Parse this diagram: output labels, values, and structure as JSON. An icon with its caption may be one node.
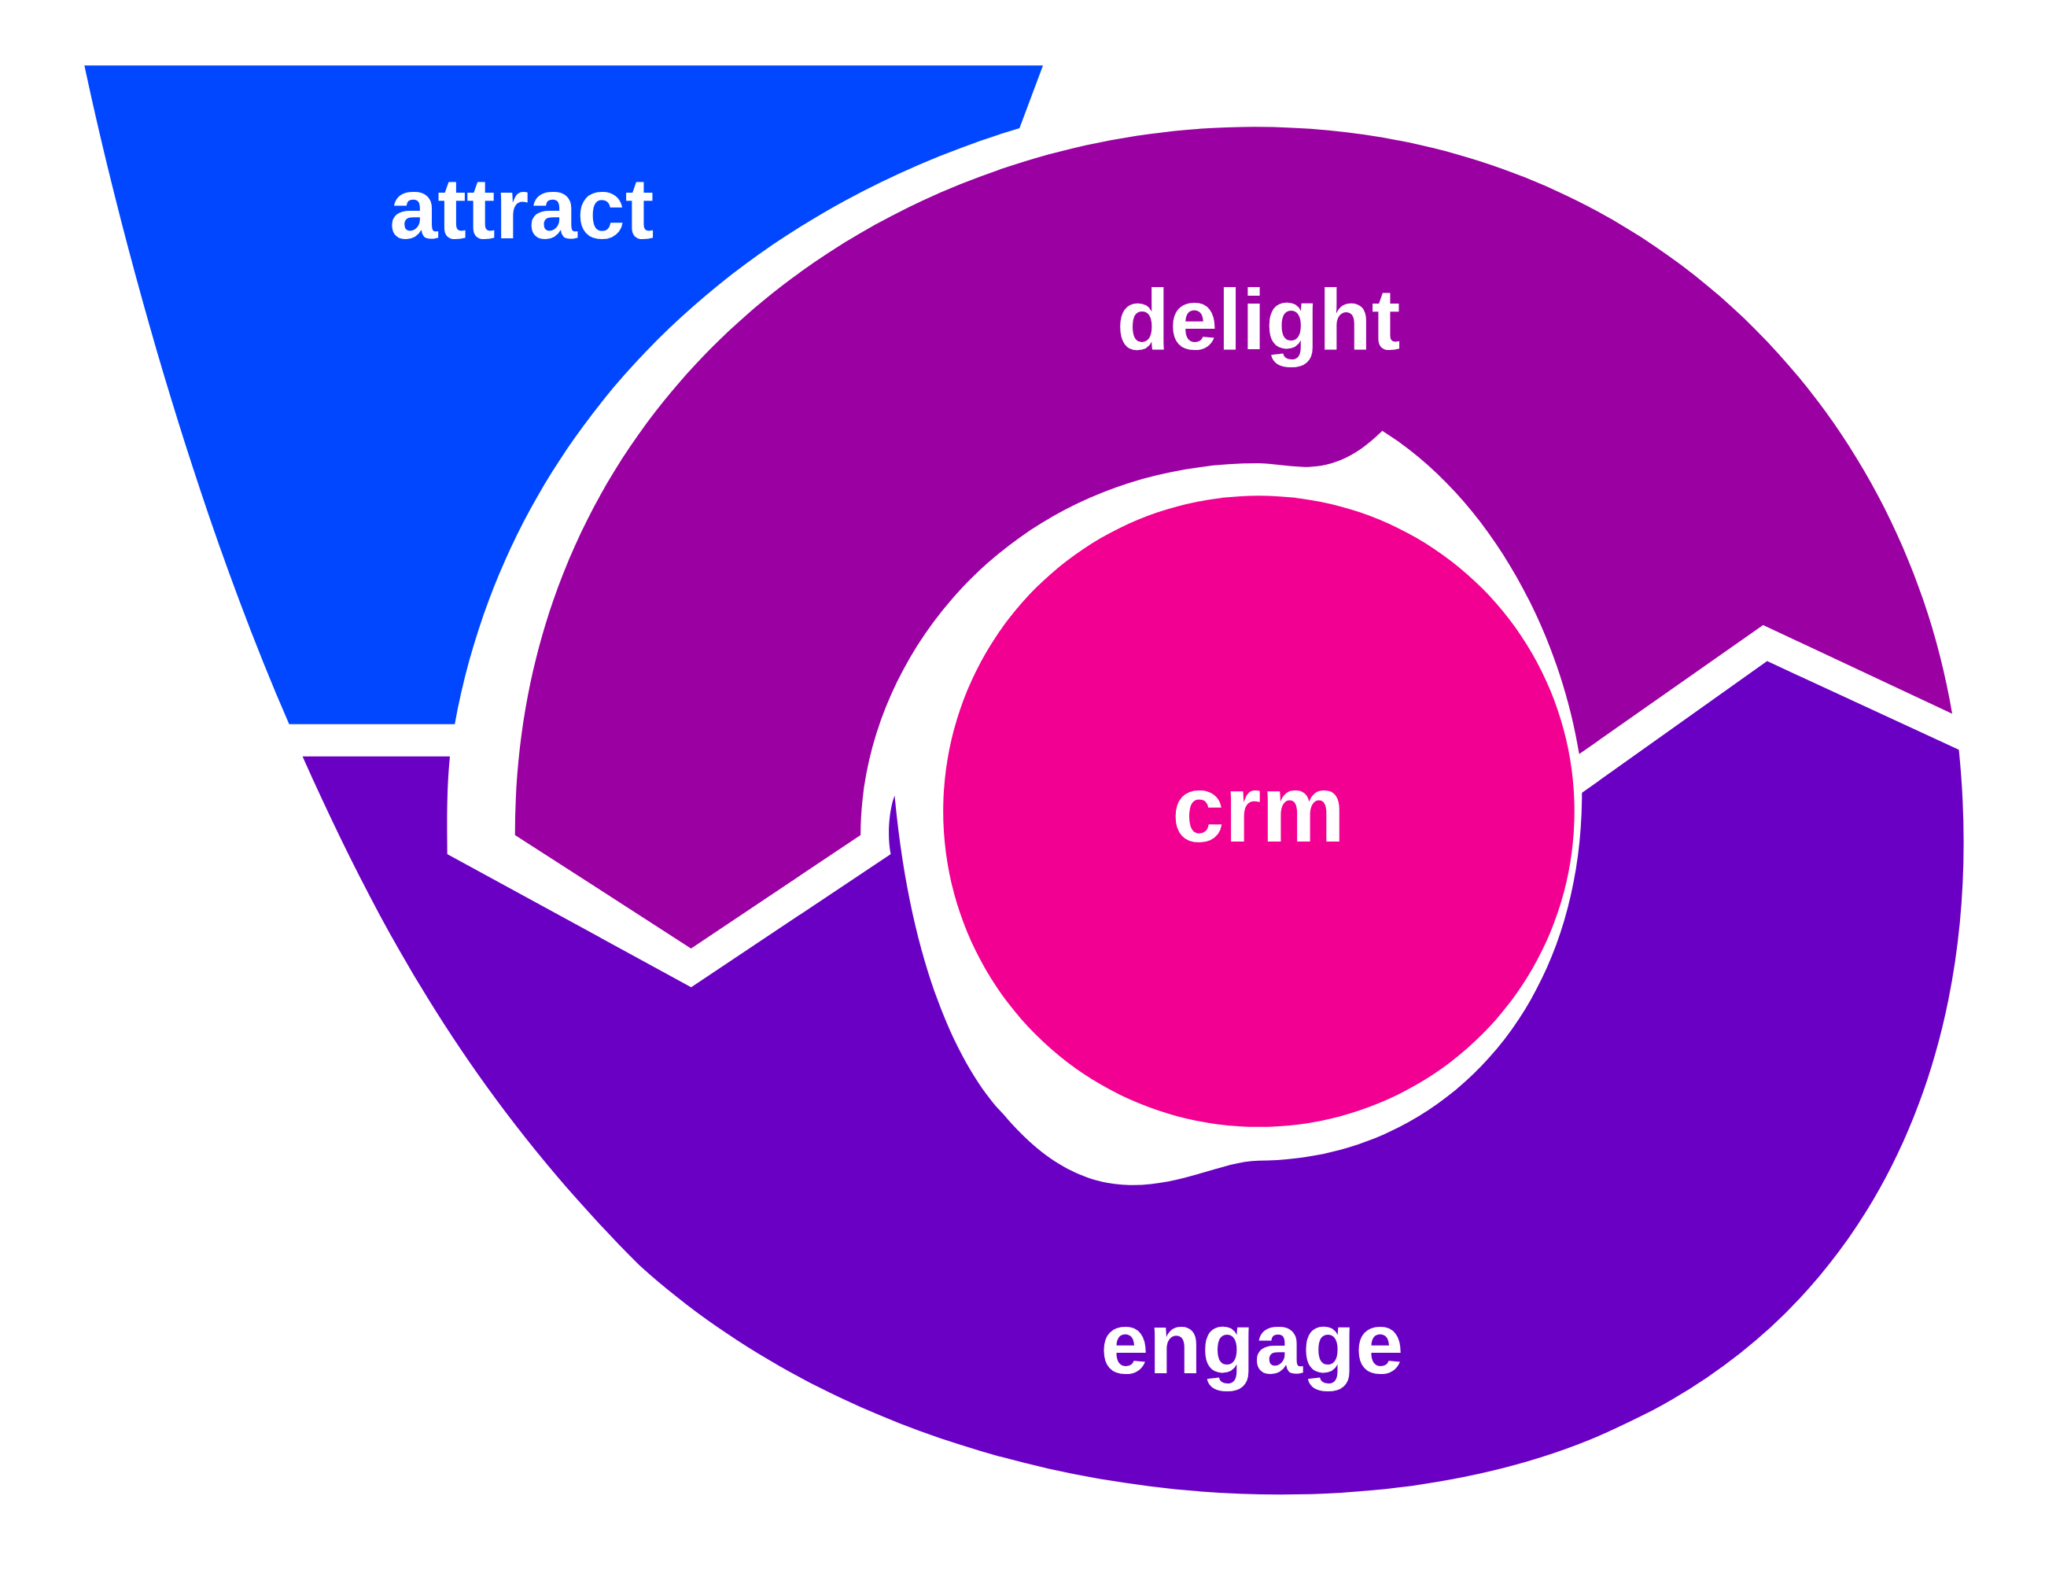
{
  "diagram": {
    "nodes": [
      {
        "text": [
          "attract"
        ]
      },
      {
        "text": [
          "delight"
        ]
      },
      {
        "text": [
          "crm"
        ]
      },
      {
        "text": [
          "engage"
        ]
      }
    ]
  }
}
